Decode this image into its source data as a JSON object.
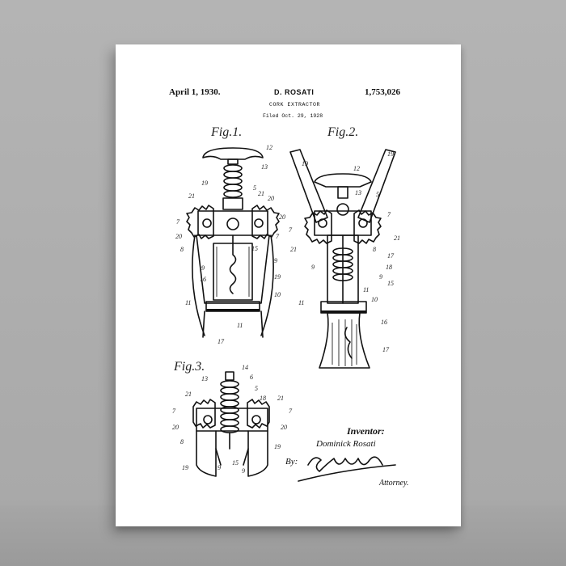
{
  "patent": {
    "date": "April 1, 1930.",
    "inventor_header": "D. ROSATI",
    "number": "1,753,026",
    "title": "CORK EXTRACTOR",
    "filed": "Filed Oct. 29, 1928"
  },
  "figures": {
    "fig1": "Fig.1.",
    "fig2": "Fig.2.",
    "fig3": "Fig.3."
  },
  "signature_block": {
    "inventor_label": "Inventor:",
    "inventor_name": "Dominick Rosati",
    "by_label": "By:",
    "attorney_label": "Attorney."
  }
}
